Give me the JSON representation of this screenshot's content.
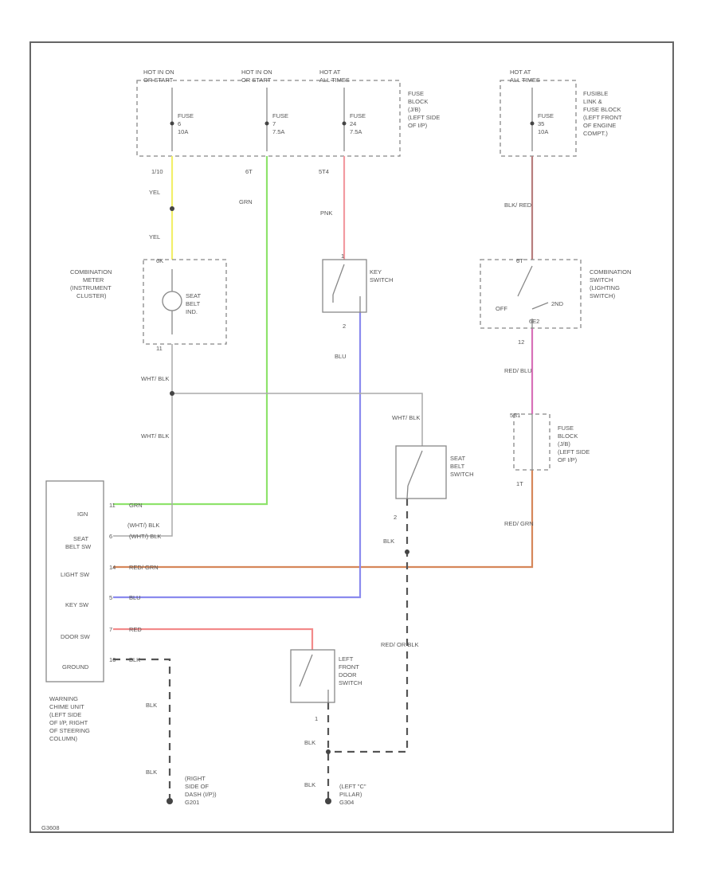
{
  "fuse_block": {
    "hot1": [
      "HOT IN ON",
      "OR START"
    ],
    "hot2": [
      "HOT IN ON",
      "OR START"
    ],
    "hot3": [
      "HOT AT",
      "ALL TIMES"
    ],
    "fuse1": [
      "FUSE",
      "6",
      "10A"
    ],
    "fuse2": [
      "FUSE",
      "7",
      "7.5A"
    ],
    "fuse3": [
      "FUSE",
      "24",
      "7.5A"
    ],
    "label": [
      "FUSE",
      "BLOCK",
      "(J/B)",
      "(LEFT SIDE",
      "OF I/P)"
    ]
  },
  "link_block": {
    "hot": [
      "HOT AT",
      "ALL TIMES"
    ],
    "fuse": [
      "FUSE",
      "35",
      "10A"
    ],
    "label": [
      "FUSIBLE",
      "LINK &",
      "FUSE BLOCK",
      "(LEFT FRONT",
      "OF ENGINE",
      "COMPT.)"
    ]
  },
  "wires": {
    "w1_pin": "1/10",
    "w1_color_a": "YEL",
    "w1_color_b": "YEL",
    "w2_pin": "6T",
    "w2_color": "GRN",
    "w3_pin": "5T4",
    "w3_color": "PNK",
    "w4_color": "BLK/ RED",
    "w5_pin": "12",
    "w5_color": "RED/ BLU",
    "w6_color": "BLU",
    "w7_pin": "1T",
    "w7_color": "RED/ GRN",
    "wht1": "WHT/ BLK",
    "wht2": "WHT/ BLK",
    "wht3": "WHT/ BLK",
    "wht4": "(WHT/) BLK",
    "blk_sb": "BLK",
    "sb_pin": "2",
    "door_gnd": "RED/ OR BLK",
    "door_pin": "1",
    "blk_g1a": "BLK",
    "blk_g1b": "BLK",
    "blk_g2a": "BLK",
    "blk_g2b": "BLK"
  },
  "meter": {
    "label": [
      "COMBINATION",
      "METER",
      "(INSTRUMENT",
      "CLUSTER)"
    ],
    "pin_top": "6K",
    "pin_bot": "11",
    "led": [
      "SEAT",
      "BELT",
      "IND."
    ]
  },
  "key_switch": {
    "label": [
      "KEY",
      "SWITCH"
    ],
    "pin_top": "1",
    "pin_bot": "2"
  },
  "comb_switch": {
    "label": [
      "COMBINATION",
      "SWITCH",
      "(LIGHTING",
      "SWITCH)"
    ],
    "pin_top": "6T",
    "off": "OFF",
    "second": "2ND",
    "pin_bot": "6E2"
  },
  "fuse_block2": {
    "pin": "5S1",
    "label": [
      "FUSE",
      "BLOCK",
      "(J/B)",
      "(LEFT SIDE",
      "OF I/P)"
    ]
  },
  "seat_switch": {
    "label": [
      "SEAT",
      "BELT",
      "SWITCH"
    ]
  },
  "door_switch": {
    "label": [
      "LEFT",
      "FRONT",
      "DOOR",
      "SWITCH"
    ]
  },
  "chime": {
    "ign": "IGN",
    "seat1": "SEAT",
    "seat2": "BELT SW",
    "light": "LIGHT SW",
    "key": "KEY SW",
    "door": "DOOR SW",
    "ground": "GROUND",
    "p_ign": "11",
    "p_seat": "6",
    "p_light": "14",
    "p_key": "5",
    "p_door": "7",
    "p_gnd": "16",
    "c_ign": "GRN",
    "c_seat": "(WHT/) BLK",
    "c_light": "RED/ GRN",
    "c_key": "BLU",
    "c_door": "RED",
    "c_gnd": "BLK",
    "label": [
      "WARNING",
      "CHIME UNIT",
      "(LEFT SIDE",
      "OF I/P, RIGHT",
      "OF STEERING",
      "COLUMN)"
    ]
  },
  "grounds": {
    "g1": [
      "(RIGHT",
      "SIDE OF",
      "DASH (I/P))",
      "G201"
    ],
    "g2": [
      "(LEFT \"C\"",
      "PILLAR)",
      "G304"
    ]
  },
  "footer": "G3608"
}
